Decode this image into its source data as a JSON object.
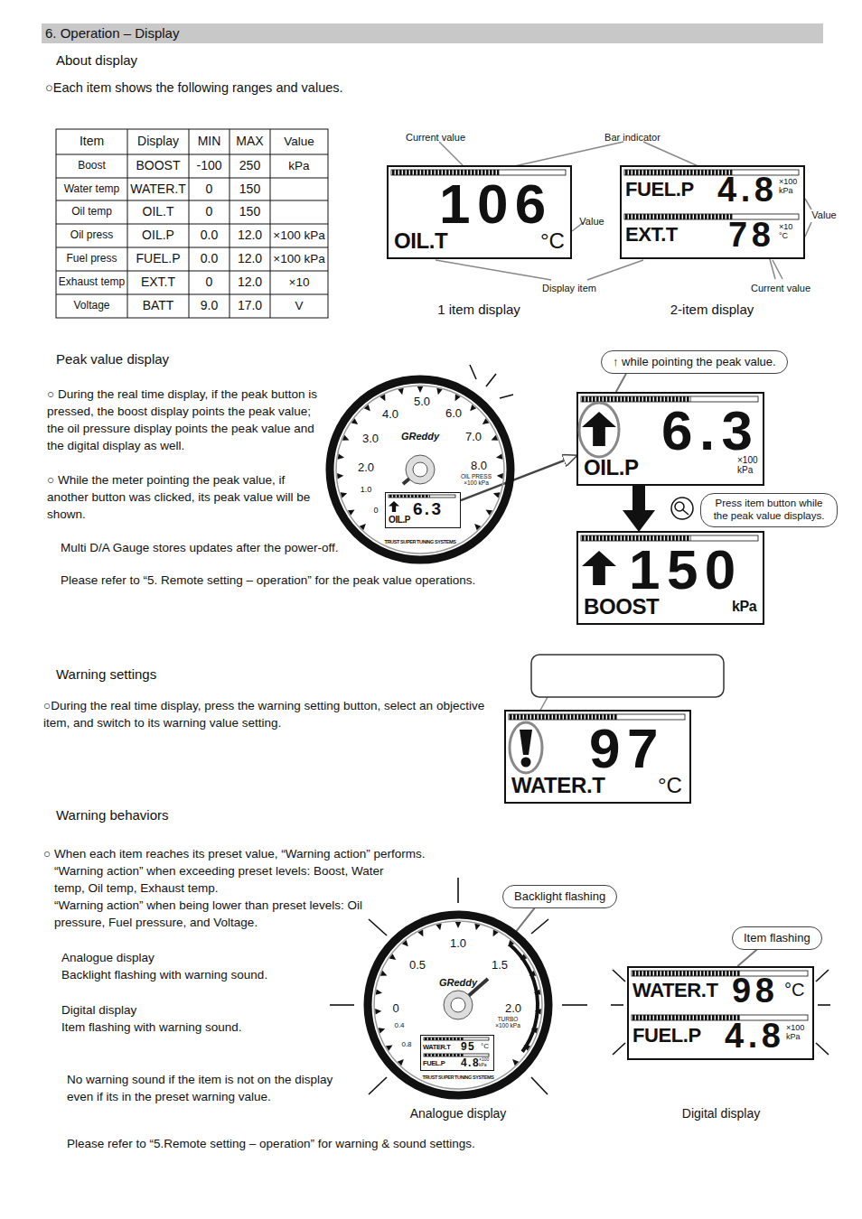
{
  "diagram": {
    "nodes": [
      {
        "text": [
          "6. Operation – Display"
        ]
      },
      {
        "text": [
          "106",
          "OIL.T",
          "°C"
        ]
      },
      {
        "text": [
          "FUEL.P",
          "4.8",
          "×100 kPa",
          "EXT.T",
          "78",
          "×10 °C"
        ]
      },
      {
        "text": [
          "4.0",
          "5.0",
          "6.0",
          "7.0",
          "8.0",
          "3.0",
          "2.0",
          "1.0",
          "0",
          "GReddy",
          "OIL PRESS ×100 kPa",
          "TRUST SUPER TUNING SYSTEMS"
        ]
      },
      {
        "text": [
          "OIL.P",
          "6.3"
        ],
        "in": 3
      },
      {
        "text": [
          "↑ while pointing the peak value."
        ]
      },
      {
        "text": [
          "6.3",
          "OIL.P",
          "×100 kPa"
        ]
      },
      {
        "text": [
          "Press item button while the peak value displays."
        ]
      },
      {
        "text": [
          "150",
          "BOOST",
          "kPa"
        ]
      },
      {
        "text": [
          "97",
          "WATER.T",
          "°C"
        ]
      },
      {
        "text": [
          "0.5",
          "1.0",
          "1.5",
          "0",
          "2.0",
          "TURBO ×100 kPa",
          "0.4",
          "0.8",
          "GReddy",
          "TRUST SUPER TUNING SYSTEMS"
        ]
      },
      {
        "text": [
          "WATER.T",
          "95",
          "°C",
          "FUEL.P",
          "4.8",
          "×100 kPa"
        ],
        "in": 10
      },
      {
        "text": [
          "Backlight flashing"
        ]
      },
      {
        "text": [
          "Item flashing"
        ]
      },
      {
        "text": [
          "WATER.T",
          "98",
          "°C",
          "FUEL.P",
          "4.8",
          "×100 kPa"
        ]
      }
    ],
    "edges": [
      {
        "from": 4,
        "to": 6,
        "arrow": "to"
      },
      {
        "from": 5,
        "to": 6,
        "arrow": "none"
      },
      {
        "from": 6,
        "to": 8,
        "arrow": "to"
      },
      {
        "from": 12,
        "to": 10,
        "arrow": "none"
      },
      {
        "from": 13,
        "to": 14,
        "arrow": "none"
      }
    ],
    "labels": [
      "About display",
      "○Each item shows the following ranges and values.",
      "Item",
      "Display",
      "MIN",
      "MAX",
      "Value",
      "Boost",
      "BOOST",
      "-100",
      "250",
      "kPa",
      "Water temp",
      "WATER.T",
      "0",
      "150",
      "Oil temp",
      "OIL.T",
      "0",
      "150",
      "Oil press",
      "OIL.P",
      "0.0",
      "12.0",
      "×100 kPa",
      "Fuel press",
      "FUEL.P",
      "0.0",
      "12.0",
      "×100 kPa",
      "Exhaust temp",
      "EXT.T",
      "0",
      "12.0",
      "×10",
      "Voltage",
      "BATT",
      "9.0",
      "17.0",
      "V",
      "Current value",
      "Bar indicator",
      "Value",
      "Value",
      "Display item",
      "Current value",
      "1 item display",
      "2-item display",
      "Peak value display",
      "○ During the real time display, if the peak button is pressed, the boost display points the peak value; the oil pressure display points the peak value and the digital display as well.",
      "○ While the meter pointing the peak value, if another button was clicked, its peak value will be shown.",
      "Multi D/A Gauge stores updates after the power-off.",
      "Please refer to “5. Remote setting – operation” for the peak value operations.",
      "Warning settings",
      "○During the real time display, press the warning setting button, select an objective item, and switch to its warning value setting.",
      "Warning behaviors",
      "○ When each item reaches its preset value, “Warning action” performs.",
      "“Warning action” when exceeding preset levels: Boost, Water temp, Oil temp, Exhaust temp.",
      "“Warning action” when being lower than preset levels: Oil pressure, Fuel pressure, and Voltage.",
      "Analogue display",
      "Backlight flashing with warning sound.",
      "Digital display",
      "Item flashing with warning sound.",
      "No warning sound if the item is not on the display even if its in the preset warning value.",
      "Analogue display",
      "Digital display",
      "Please refer to “5.Remote setting – operation” for warning & sound settings."
    ]
  }
}
